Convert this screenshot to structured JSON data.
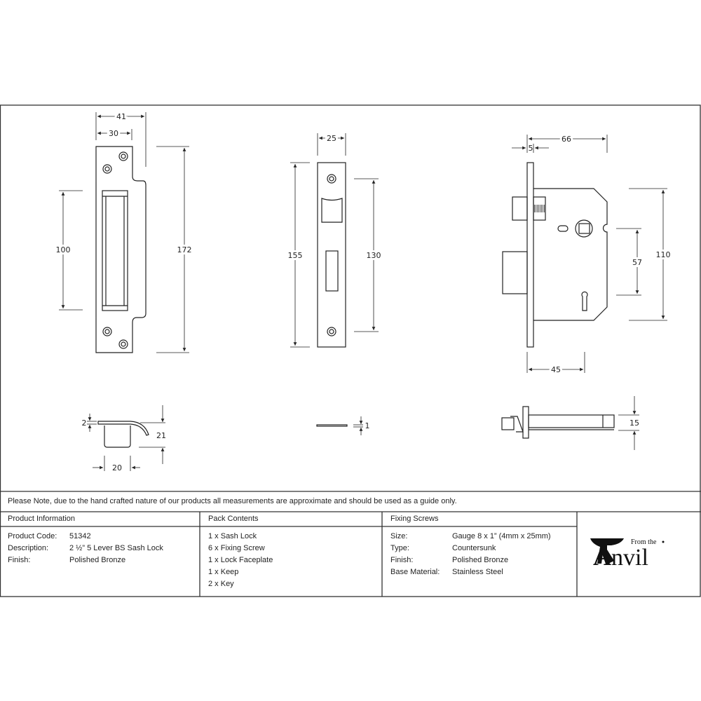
{
  "dimensions": {
    "keep": {
      "width_total": "41",
      "width_plate": "30",
      "height": "172",
      "slot_height": "100"
    },
    "faceplate": {
      "width": "25",
      "height": "155",
      "hole_spacing": "130"
    },
    "lock": {
      "depth": "66",
      "faceplate_thickness": "5",
      "height": "110",
      "centres": "57",
      "backset": "45"
    },
    "keep_side": {
      "thickness": "2",
      "depth": "21",
      "width": "20"
    },
    "faceplate_side": {
      "thickness": "1"
    },
    "lock_side": {
      "thickness": "15"
    }
  },
  "note": "Please Note, due to the hand crafted nature of our products all measurements are approximate and should be used as a guide only.",
  "product_information": {
    "title": "Product Information",
    "rows": [
      {
        "label": "Product Code:",
        "value": "51342"
      },
      {
        "label": "Description:",
        "value": "2 ½” 5 Lever BS Sash Lock"
      },
      {
        "label": "Finish:",
        "value": "Polished Bronze"
      }
    ]
  },
  "pack_contents": {
    "title": "Pack Contents",
    "items": [
      "1 x Sash Lock",
      "6 x Fixing Screw",
      "1 x Lock Faceplate",
      "1 x Keep",
      "2 x Key"
    ]
  },
  "fixing_screws": {
    "title": "Fixing Screws",
    "rows": [
      {
        "label": "Size:",
        "value": "Gauge 8 x 1” (4mm x 25mm)"
      },
      {
        "label": "Type:",
        "value": "Countersunk"
      },
      {
        "label": "Finish:",
        "value": "Polished Bronze"
      },
      {
        "label": "Base Material:",
        "value": "Stainless Steel"
      }
    ]
  },
  "logo": {
    "text": "From the Anvil"
  },
  "colors": {
    "line": "#222222",
    "border": "#333333"
  }
}
